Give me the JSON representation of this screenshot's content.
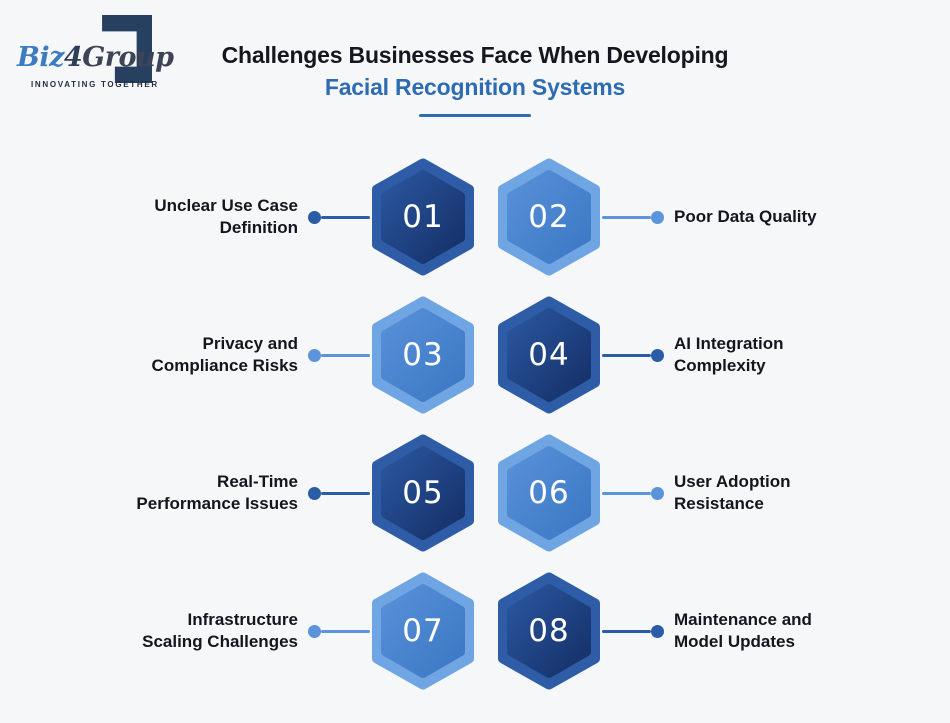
{
  "logo": {
    "part1": "Biz",
    "part2": "4",
    "part3": "Group",
    "tagline": "INNOVATING TOGETHER"
  },
  "title": {
    "line1": "Challenges Businesses Face When Developing",
    "line2": "Facial Recognition Systems"
  },
  "items": [
    {
      "number": "01",
      "label": "Unclear Use Case Definition",
      "side": "left",
      "scheme": "dark"
    },
    {
      "number": "02",
      "label": "Poor Data Quality",
      "side": "right",
      "scheme": "light"
    },
    {
      "number": "03",
      "label": "Privacy and Compliance Risks",
      "side": "left",
      "scheme": "light"
    },
    {
      "number": "04",
      "label": "AI Integration Complexity",
      "side": "right",
      "scheme": "dark"
    },
    {
      "number": "05",
      "label": "Real-Time Performance Issues",
      "side": "left",
      "scheme": "dark"
    },
    {
      "number": "06",
      "label": "User Adoption Resistance",
      "side": "right",
      "scheme": "light"
    },
    {
      "number": "07",
      "label": "Infrastructure Scaling Challenges",
      "side": "left",
      "scheme": "light"
    },
    {
      "number": "08",
      "label": "Maintenance and Model Updates",
      "side": "right",
      "scheme": "dark"
    }
  ],
  "colors": {
    "background": "#f5f7f9",
    "title_dark": "#14171f",
    "title_accent": "#2d6cb2",
    "hex_dark_outer": "#2e5ca6",
    "hex_dark_inner_start": "#2b57a0",
    "hex_dark_inner_end": "#142f66",
    "hex_light_outer": "#6fa5e2",
    "hex_light_inner_start": "#5991d8",
    "hex_light_inner_end": "#3a77c4",
    "connector_dark": "#2b5ca6",
    "connector_light": "#5b94da",
    "number_text": "#ffffff",
    "logo_blue": "#3c7cc0",
    "logo_dark": "#3d4456",
    "logo_bracket": "#27405f"
  }
}
